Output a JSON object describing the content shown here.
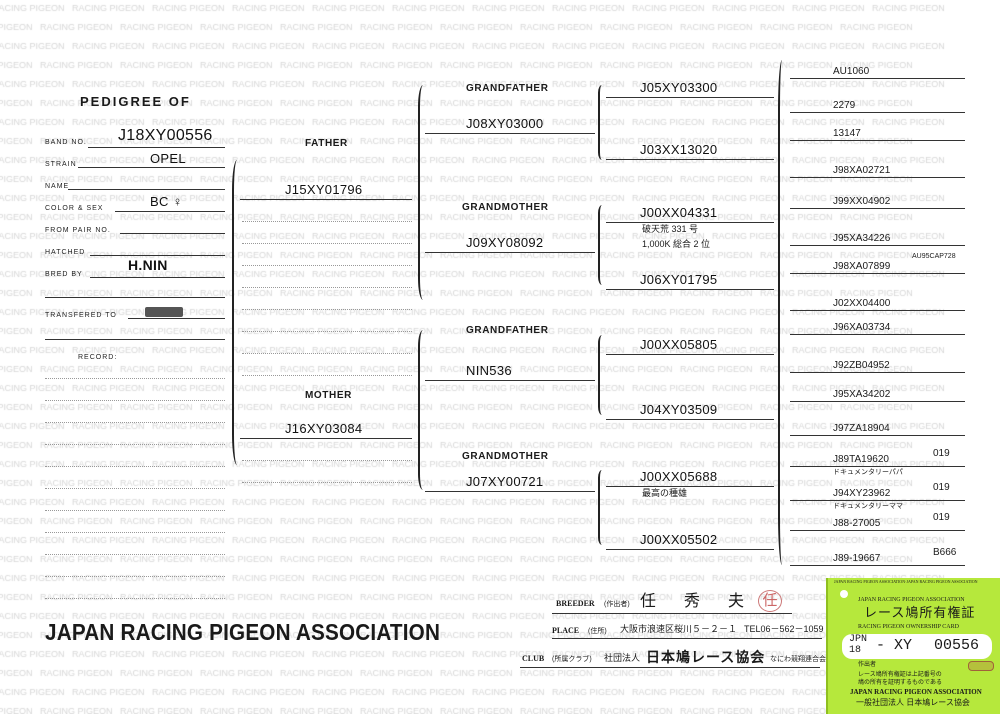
{
  "watermark": "RACING PIGEON",
  "title": "PEDIGREE OF",
  "subject": {
    "band_label": "BAND NO.",
    "band": "J18XY00556",
    "strain_label": "STRAIN",
    "strain": "OPEL",
    "name_label": "NAME",
    "color_sex_label": "COLOR & SEX",
    "color_sex": "BC ♀",
    "from_pair_label": "FROM PAIR NO.",
    "hatched_label": "HATCHED",
    "bred_by_label": "BRED BY",
    "bred_by": "H.NIN",
    "transfered_label": "TRANSFERED TO",
    "record_label": "RECORD:"
  },
  "parents": {
    "father_label": "FATHER",
    "father": "J15XY01796",
    "mother_label": "MOTHER",
    "mother": "J16XY03084"
  },
  "grandparents": [
    {
      "label": "GRANDFATHER",
      "band": "J08XY03000"
    },
    {
      "label": "GRANDMOTHER",
      "band": "J09XY08092"
    },
    {
      "label": "GRANDFATHER",
      "band": "NIN536"
    },
    {
      "label": "GRANDMOTHER",
      "band": "J07XY00721"
    }
  ],
  "great_grandparents": [
    {
      "band": "J05XY03300"
    },
    {
      "band": "J03XX13020"
    },
    {
      "band": "J00XX04331",
      "note1": "破天荒 331 号",
      "note2": "1,000K 総合 2 位"
    },
    {
      "band": "J06XY01795"
    },
    {
      "band": "J00XX05805"
    },
    {
      "band": "J04XY03509"
    },
    {
      "band": "J00XX05688",
      "note1": "最高の種雄"
    },
    {
      "band": "J00XX05502"
    }
  ],
  "gg_grandparents": [
    {
      "band": "AU1060"
    },
    {
      "band": "2279"
    },
    {
      "band": "13147"
    },
    {
      "band": "J98XA02721"
    },
    {
      "band": "J99XX04902"
    },
    {
      "band": "J95XA34226"
    },
    {
      "band": "J98XA07899",
      "extra": "AU95CAP728"
    },
    {
      "band": "J02XX04400"
    },
    {
      "band": "J96XA03734"
    },
    {
      "band": "J92ZB04952"
    },
    {
      "band": "J95XA34202"
    },
    {
      "band": "J97ZA18904"
    },
    {
      "band": "J89TA19620",
      "extra": "019",
      "note": "ドキュメンタリーパパ"
    },
    {
      "band": "J94XY23962",
      "extra": "019",
      "note": "ドキュメンタリーママ"
    },
    {
      "band": "J88-27005",
      "extra": "019"
    },
    {
      "band": "J89-19667",
      "extra": "B666"
    }
  ],
  "association": "JAPAN RACING PIGEON ASSOCIATION",
  "footer": {
    "breeder_label": "BREEDER",
    "breeder_jp": "(作出者)",
    "breeder": "任　秀　夫",
    "seal": "任",
    "place_label": "PLACE",
    "place_jp": "(住所)",
    "place": "大阪市浪速区桜川５－２－１",
    "tel": "TEL06－562－1059",
    "club_label": "CLUB",
    "club_jp": "(所属クラブ)",
    "club_prefix": "社団法人",
    "club": "日本鳩レース協会",
    "club_suffix": "なにわ競翔連合会"
  },
  "card": {
    "top": "JAPAN RACING PIGEON ASSOCIATION·JAPAN RACING PIGEON ASSOCIATION",
    "assoc": "JAPAN RACING PIGEON ASSOCIATION",
    "title_jp": "レース鳩所有権証",
    "title_en": "RACING PIGEON OWNERSHIP CARD",
    "country": "JPN",
    "year": "18",
    "series": "- XY",
    "number": "00556",
    "owner_label": "作出者",
    "text1": "レース鳩所有権証は上記番号の",
    "text2": "鳩の所有を証明するものである",
    "assoc2": "JAPAN RACING PIGEON ASSOCIATION",
    "org": "一般社団法人 日本鳩レース協会",
    "card_color": "#b6e83c"
  }
}
